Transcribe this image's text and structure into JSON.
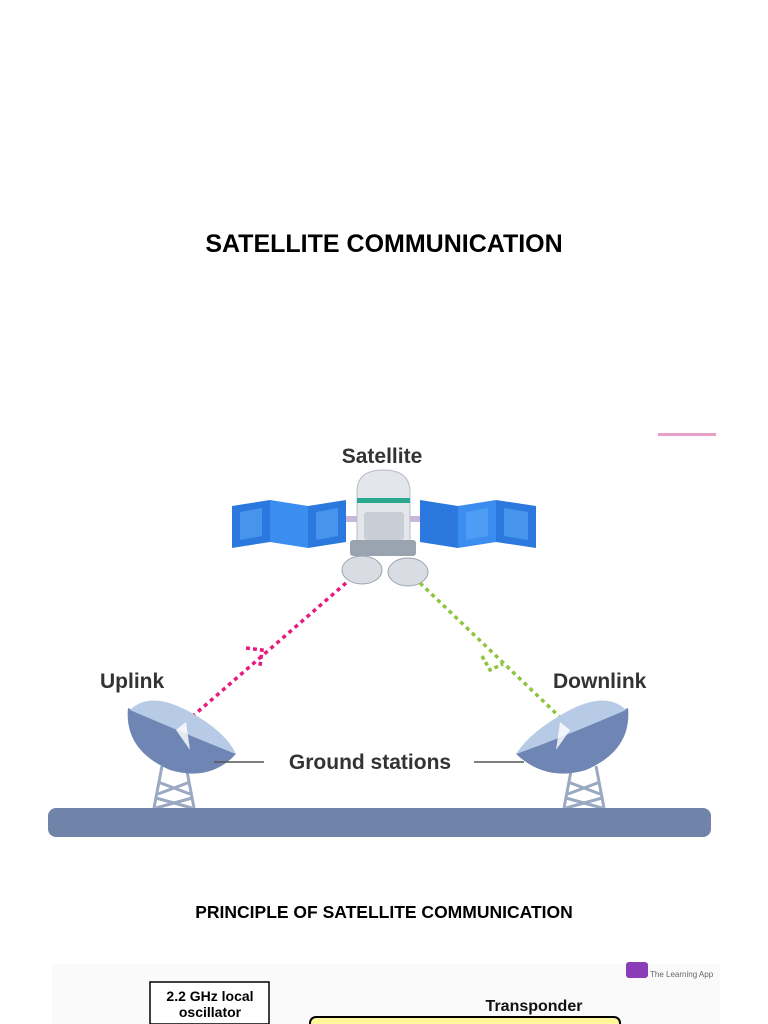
{
  "page": {
    "title": "SATELLITE COMMUNICATION",
    "section_title": "PRINCIPLE OF SATELLITE COMMUNICATION"
  },
  "diagram": {
    "satellite_label": "Satellite",
    "uplink_label": "Uplink",
    "downlink_label": "Downlink",
    "ground_label": "Ground stations",
    "colors": {
      "uplink": "#e6197e",
      "downlink": "#8cc63f",
      "ground": "#7083a8",
      "panel": "#2f7fe0",
      "dish": "#a9c0df"
    }
  },
  "next_diagram": {
    "oscillator_label_line1": "2.2 GHz local",
    "oscillator_label_line2": "oscillator",
    "transponder_label": "Transponder",
    "brand_tagline": "The Learning App"
  }
}
